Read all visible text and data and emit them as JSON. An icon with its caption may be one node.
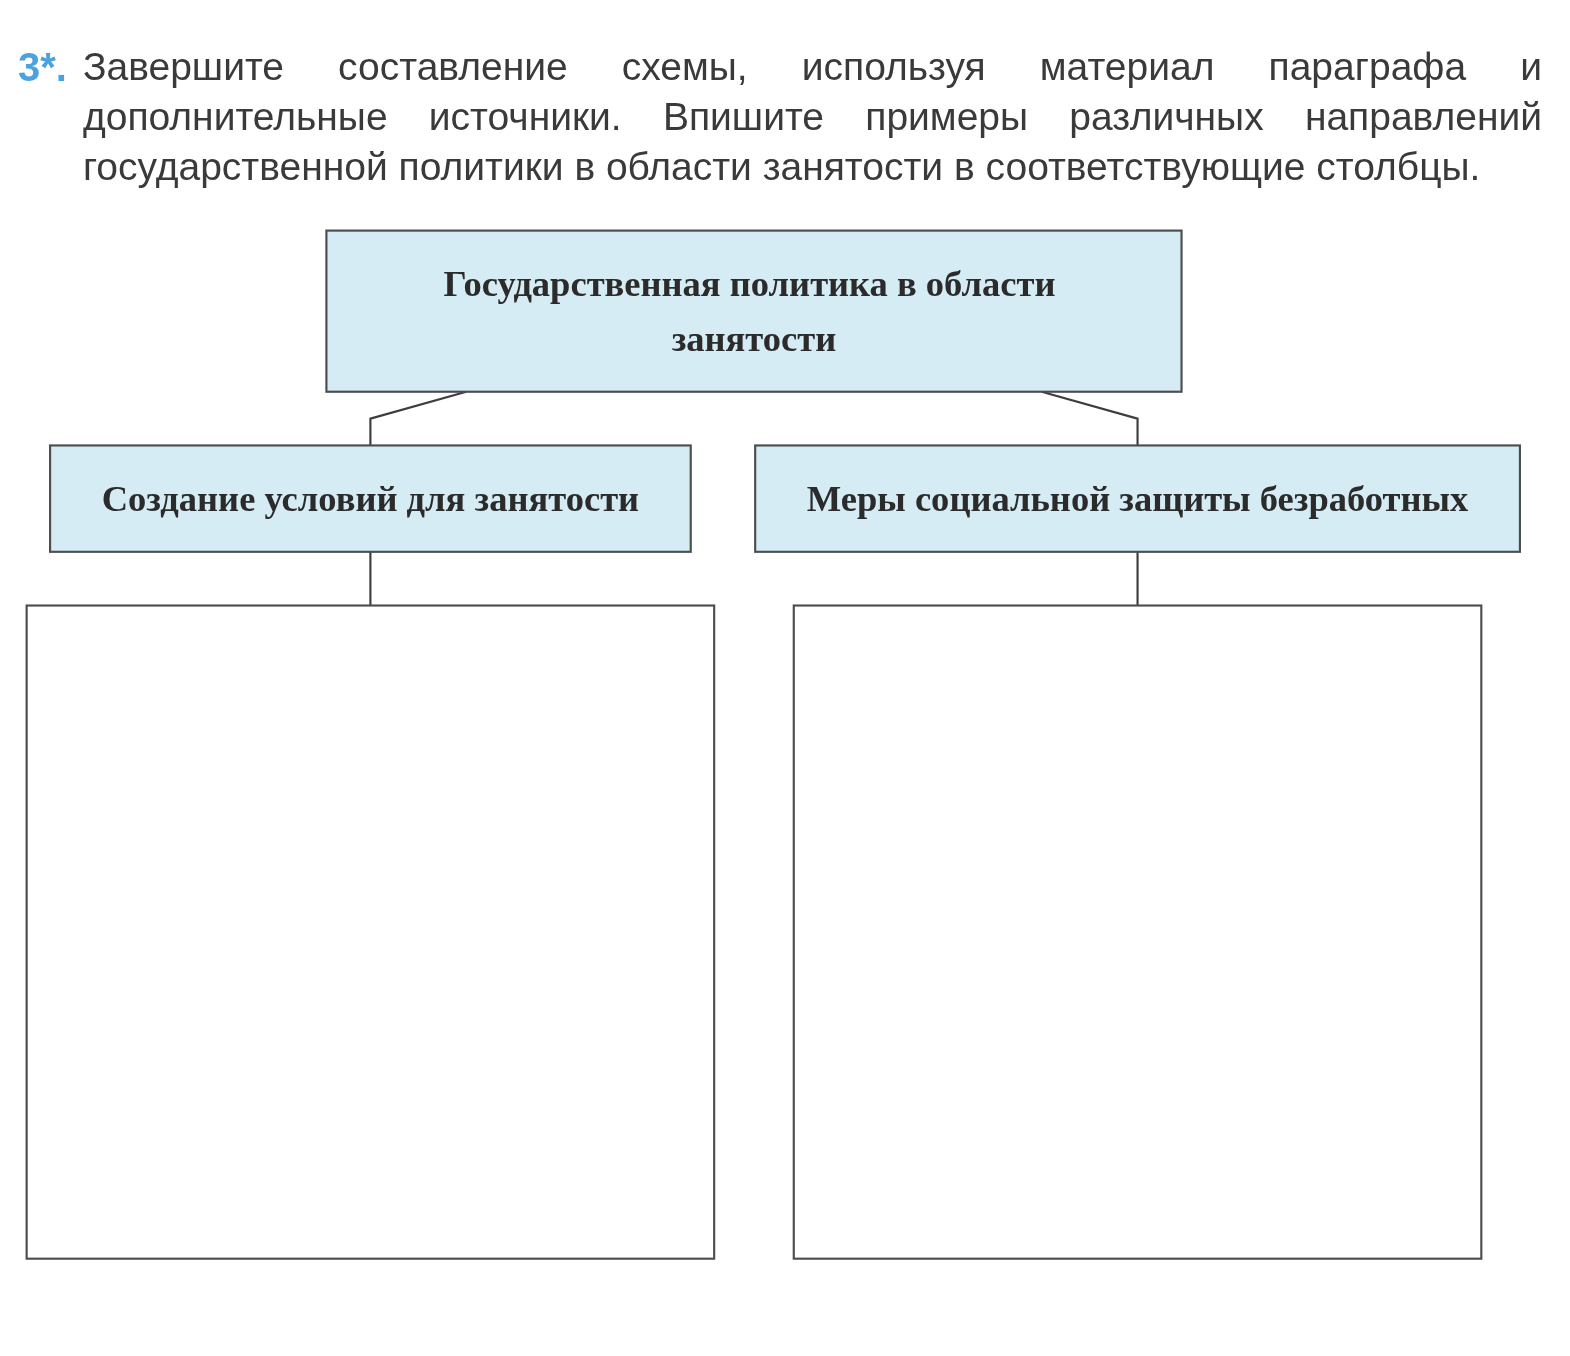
{
  "diagram": {
    "title": "Завершите составление схемы, используя материал параграфа и дополнительные источники. Впишите примеры различных направлений государственной политики в области занятости в соответствующие столбцы.",
    "nodes": [
      {
        "text": [
          "Государственная политика в области занятости"
        ]
      },
      {
        "text": [
          "Создание условий для занятости"
        ]
      },
      {
        "text": [
          "Меры социальной защиты безработных"
        ]
      },
      {
        "text": [],
        "shape": "box"
      },
      {
        "text": [],
        "shape": "box"
      }
    ],
    "edges": [
      {
        "from": 0,
        "to": 1,
        "arrow": "none"
      },
      {
        "from": 0,
        "to": 2,
        "arrow": "none"
      },
      {
        "from": 1,
        "to": 3,
        "arrow": "none"
      },
      {
        "from": 2,
        "to": 4,
        "arrow": "none"
      }
    ],
    "labels": [
      "3*."
    ]
  }
}
